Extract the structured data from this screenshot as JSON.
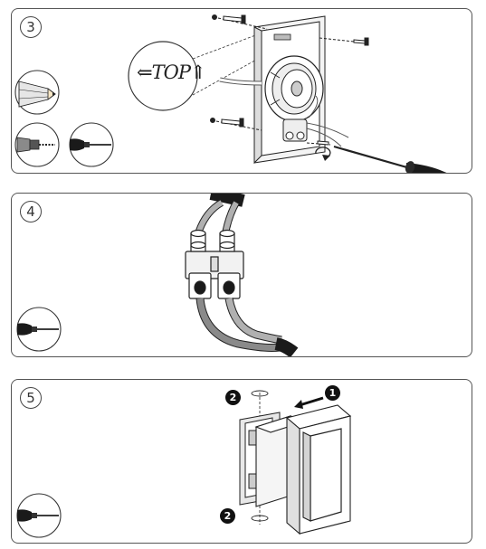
{
  "steps": [
    {
      "number": "3",
      "label_text": "TOP"
    },
    {
      "number": "4"
    },
    {
      "number": "5",
      "badge_1": "1",
      "badge_2_top": "2",
      "badge_2_bottom": "2"
    }
  ],
  "colors": {
    "line": "#222222",
    "screwdriver_handle": "#1a1a1a",
    "cable_gray": "#8a8a8a",
    "wire_gray": "#b0b0b0",
    "badge": "#111111"
  },
  "icons": [
    "pencil-icon",
    "drill-icon",
    "screwdriver-icon",
    "screwdriver-icon",
    "screwdriver-icon",
    "screwdriver-icon"
  ]
}
